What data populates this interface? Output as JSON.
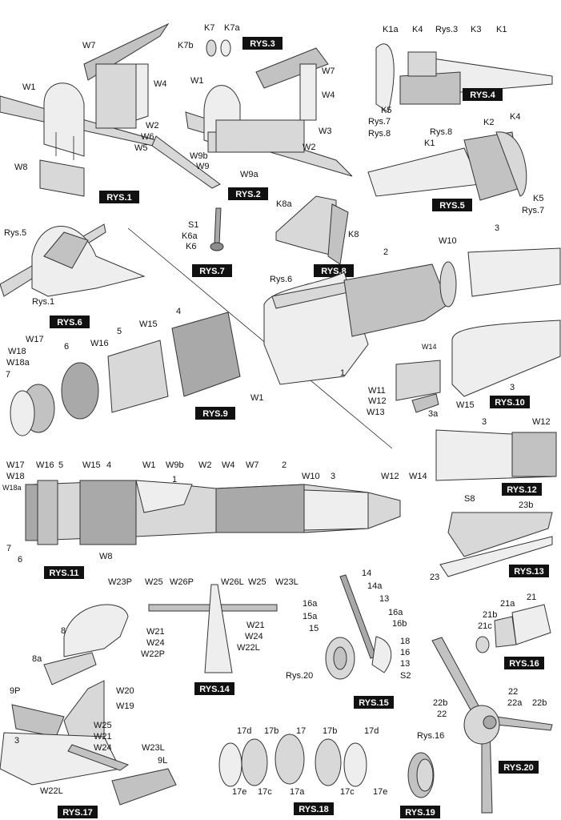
{
  "figures": [
    {
      "id": "rys1",
      "badge": "RYS.1",
      "labels": [
        "W7",
        "W1",
        "W4",
        "W2",
        "W6",
        "W5",
        "W8"
      ]
    },
    {
      "id": "rys2",
      "badge": "RYS.2",
      "labels": [
        "W7",
        "W1",
        "W4",
        "W3",
        "W2",
        "W9b",
        "W9",
        "W9a"
      ]
    },
    {
      "id": "rys3",
      "badge": "RYS.3",
      "labels": [
        "K7",
        "K7a",
        "K7b"
      ]
    },
    {
      "id": "rys4",
      "badge": "RYS.4",
      "labels": [
        "K1a",
        "K4",
        "Rys.3",
        "K3",
        "K1",
        "K5",
        "Rys.7",
        "Rys.8"
      ]
    },
    {
      "id": "rys5",
      "badge": "RYS.5",
      "labels": [
        "Rys.8",
        "K2",
        "K4",
        "K1",
        "K5",
        "Rys.7"
      ]
    },
    {
      "id": "rys6",
      "badge": "RYS.6",
      "labels": [
        "Rys.5",
        "Rys.1"
      ]
    },
    {
      "id": "rys7",
      "badge": "RYS.7",
      "labels": [
        "S1",
        "K6a",
        "K6"
      ]
    },
    {
      "id": "rys8",
      "badge": "RYS.8",
      "labels": [
        "K8a",
        "K8"
      ]
    },
    {
      "id": "rys9",
      "badge": "RYS.9",
      "labels": [
        "Rys.6",
        "2",
        "W10",
        "3",
        "4",
        "W15",
        "5",
        "W16",
        "6",
        "W17",
        "W18",
        "W18a",
        "7",
        "1",
        "W1"
      ]
    },
    {
      "id": "rys10",
      "badge": "RYS.10",
      "labels": [
        "W14",
        "W11",
        "W12",
        "W13",
        "W15",
        "3a",
        "3"
      ]
    },
    {
      "id": "rys11",
      "badge": "RYS.11",
      "labels": [
        "W17",
        "W16",
        "5",
        "W15",
        "4",
        "W1",
        "W9b",
        "W2",
        "W4",
        "W7",
        "2",
        "W10",
        "3",
        "W12",
        "W14",
        "W18",
        "W18a",
        "1",
        "7",
        "6",
        "W8"
      ]
    },
    {
      "id": "rys12",
      "badge": "RYS.12",
      "labels": [
        "3",
        "W12"
      ]
    },
    {
      "id": "rys13",
      "badge": "RYS.13",
      "labels": [
        "S8",
        "23b",
        "23"
      ]
    },
    {
      "id": "rys14",
      "badge": "RYS.14",
      "labels": [
        "W23P",
        "W25",
        "W26P",
        "W26L",
        "W25",
        "W23L",
        "W21",
        "W24",
        "W22P",
        "W21",
        "W24",
        "W22L"
      ]
    },
    {
      "id": "rys15",
      "badge": "RYS.15",
      "labels": [
        "14",
        "14a",
        "16a",
        "15a",
        "13",
        "16a",
        "15",
        "16b",
        "18",
        "16",
        "13",
        "S2",
        "Rys.20"
      ]
    },
    {
      "id": "rys16",
      "badge": "RYS.16",
      "labels": [
        "21",
        "21a",
        "21b",
        "21c"
      ]
    },
    {
      "id": "rys17",
      "badge": "RYS.17",
      "labels": [
        "8",
        "8a",
        "W20",
        "9P",
        "W19",
        "W25",
        "W21",
        "W24",
        "W23L",
        "3",
        "9L",
        "W22L"
      ]
    },
    {
      "id": "rys18",
      "badge": "RYS.18",
      "labels": [
        "17d",
        "17b",
        "17",
        "17b",
        "17d",
        "17e",
        "17c",
        "17a",
        "17c",
        "17e"
      ]
    },
    {
      "id": "rys19",
      "badge": "RYS.19",
      "labels": []
    },
    {
      "id": "rys20",
      "badge": "RYS.20",
      "labels": [
        "22b",
        "22",
        "22",
        "22a",
        "22b",
        "Rys.16"
      ]
    }
  ]
}
